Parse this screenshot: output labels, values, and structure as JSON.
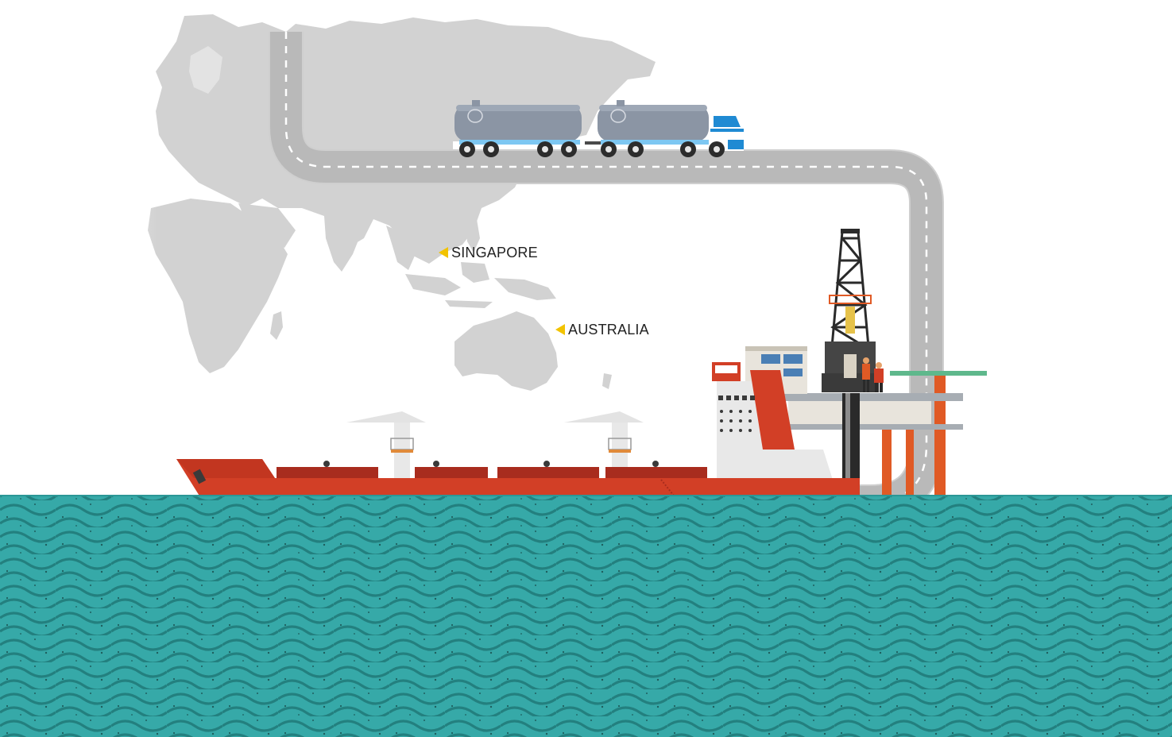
{
  "locations": {
    "singapore": "SINGAPORE",
    "australia": "AUSTRALIA"
  },
  "icons": [
    "world-map",
    "road",
    "tanker-truck",
    "oil-tanker-ship",
    "oil-rig",
    "worker",
    "sea-waves",
    "location-marker"
  ],
  "colors": {
    "map": "#d2d2d2",
    "road": "#cfcfcf",
    "road_line": "#ffffff",
    "sea": "#36a9a8",
    "wave": "#238886",
    "ship_hull": "#d23f26",
    "ship_deck": "#a82c1e",
    "truck_tank": "#8a94a3",
    "truck_cab": "#1f8ad3",
    "rig_leg": "#e05a25",
    "marker": "#f2c300"
  }
}
